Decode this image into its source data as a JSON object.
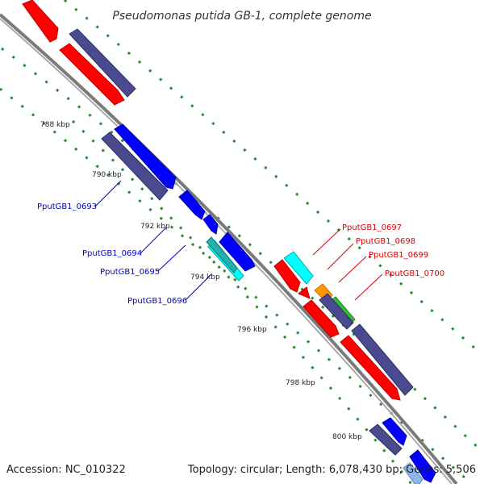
{
  "title": "Pseudomonas putida GB-1, complete genome",
  "footer": {
    "accession": "Accession: NC_010322",
    "topology": "Topology: circular; Length: 6,078,430 bp; Genes: 5,506"
  },
  "ticks": [
    "788 kbp",
    "790 kbp",
    "792 kbp",
    "794 kbp",
    "796 kbp",
    "798 kbp",
    "800 kbp"
  ],
  "gene_labels": {
    "left": [
      "PputGB1_0693",
      "PputGB1_0694",
      "PputGB1_0695",
      "PputGB1_0696"
    ],
    "right": [
      "PputGB1_0697",
      "PputGB1_0698",
      "PputGB1_0699",
      "PputGB1_0700"
    ]
  },
  "colors": {
    "backbone": "#808080",
    "dots": "#2a8a2a",
    "red": "#ff0000",
    "blue": "#0000ff",
    "navy": "#4a4a8e",
    "cyan": "#00ffff",
    "teal": "#20b2aa",
    "orange": "#ff9900",
    "green": "#33bb33",
    "label_left": "#0000cc",
    "label_right": "#dd0000"
  }
}
